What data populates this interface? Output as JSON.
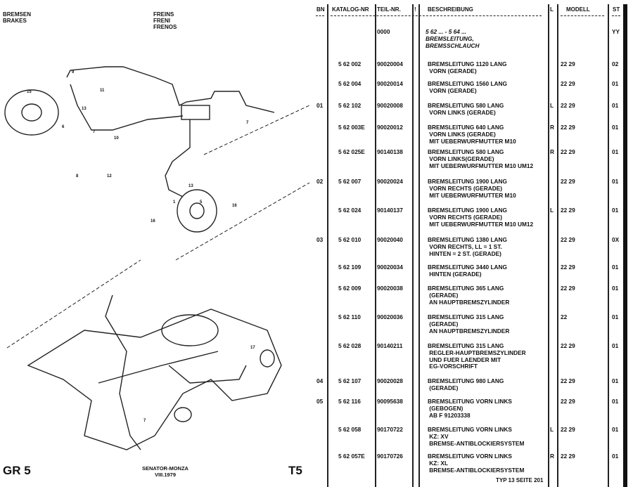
{
  "header_left": [
    "BREMSEN",
    "BRAKES"
  ],
  "header_mid": [
    "FREINS",
    "FRENI",
    "FRENOS"
  ],
  "diagram_callouts": [
    "9",
    "15",
    "13",
    "6",
    "7",
    "11",
    "10",
    "8",
    "12",
    "13",
    "1",
    "5",
    "16",
    "16",
    "7",
    "17",
    "7"
  ],
  "footer": {
    "group": "GR 5",
    "model": "SENATOR-MONZA",
    "date": "VIII.1979",
    "table": "T5",
    "page": "TYP 13 SEITE  201"
  },
  "columns": {
    "bn": "BN",
    "katalog": "KATALOG-NR",
    "teil": "TEIL-NR.",
    "excl": "!",
    "beschreibung": "BESCHREIBUNG",
    "l": "L",
    "modell": "MODELL",
    "st": "ST"
  },
  "rows": [
    {
      "bn": "",
      "katalog": "",
      "teil": "0000",
      "desc": [
        "5 62 ... - 5 64 ...",
        "BREMSLEITUNG,",
        "BREMSSCHLAUCH"
      ],
      "l": "",
      "modell": "",
      "st": "YY",
      "italic": true
    },
    {
      "bn": "",
      "katalog": "5 62 002",
      "teil": "90020004",
      "desc": [
        "BREMSLEITUNG 1120 LANG",
        " VORN (GERADE)"
      ],
      "l": "",
      "modell": "22 29",
      "st": "02"
    },
    {
      "bn": "",
      "katalog": "5 62 004",
      "teil": "90020014",
      "desc": [
        "BREMSLEITUNG 1560 LANG",
        " VORN (GERADE)"
      ],
      "l": "",
      "modell": "22 29",
      "st": "01"
    },
    {
      "bn": "01",
      "katalog": "5 62 102",
      "teil": "90020008",
      "desc": [
        "BREMSLEITUNG 580 LANG",
        " VORN LINKS (GERADE)"
      ],
      "l": "L",
      "modell": "22 29",
      "st": "01"
    },
    {
      "bn": "",
      "katalog": "5 62 003E",
      "teil": "90020012",
      "desc": [
        "BREMSLEITUNG 640 LANG",
        " VORN LINKS (GERADE)",
        " MIT UEBERWURFMUTTER M10"
      ],
      "l": "R",
      "modell": "22 29",
      "st": "01"
    },
    {
      "bn": "",
      "katalog": "5 62 025E",
      "teil": "90140138",
      "desc": [
        "BREMSLEITUNG 580 LANG",
        " VORN LINKS(GERADE)",
        " MIT UEBERWURFMUTTER M10 UM12"
      ],
      "l": "R",
      "modell": "22 29",
      "st": "01"
    },
    {
      "bn": "02",
      "katalog": "5 62 007",
      "teil": "90020024",
      "desc": [
        "BREMSLEITUNG 1900 LANG",
        " VORN RECHTS (GERADE)",
        " MIT UEBERWURFMUTTER M10"
      ],
      "l": "",
      "modell": "22 29",
      "st": "01"
    },
    {
      "bn": "",
      "katalog": "5 62 024",
      "teil": "90140137",
      "desc": [
        "BREMSLEITUNG 1900 LANG",
        " VORN RECHTS (GERADE)",
        " MIT UEBERWURFMUTTER M10 UM12"
      ],
      "l": "L",
      "modell": "22 29",
      "st": "01"
    },
    {
      "bn": "03",
      "katalog": "5 62 010",
      "teil": "90020040",
      "desc": [
        "BREMSLEITUNG 1380 LANG",
        " VORN RECHTS, LL = 1 ST.",
        " HINTEN = 2 ST. (GERADE)"
      ],
      "l": "",
      "modell": "22 29",
      "st": "0X"
    },
    {
      "bn": "",
      "katalog": "5 62 109",
      "teil": "90020034",
      "desc": [
        "BREMSLEITUNG 3440 LANG",
        " HINTEN (GERADE)"
      ],
      "l": "",
      "modell": "22 29",
      "st": "01"
    },
    {
      "bn": "",
      "katalog": "5 62 009",
      "teil": "90020038",
      "desc": [
        "BREMSLEITUNG 365 LANG",
        " (GERADE)",
        " AN HAUPTBREMSZYLINDER"
      ],
      "l": "",
      "modell": "22 29",
      "st": "01"
    },
    {
      "bn": "",
      "katalog": "5 62 110",
      "teil": "90020036",
      "desc": [
        "BREMSLEITUNG 315 LANG",
        " (GERADE)",
        " AN HAUPTBREMSZYLINDER"
      ],
      "l": "",
      "modell": "22",
      "st": "01"
    },
    {
      "bn": "",
      "katalog": "5 62 028",
      "teil": "90140211",
      "desc": [
        "BREMSLEITUNG 315 LANG",
        " REGLER-HAUPTBREMSZYLINDER",
        " UND FUER LAENDER MIT",
        " EG-VORSCHRIFT"
      ],
      "l": "",
      "modell": "22 29",
      "st": "01"
    },
    {
      "bn": "04",
      "katalog": "5 62 107",
      "teil": "90020028",
      "desc": [
        "BREMSLEITUNG 980 LANG",
        " (GERADE)"
      ],
      "l": "",
      "modell": "22 29",
      "st": "01"
    },
    {
      "bn": "05",
      "katalog": "5 62 116",
      "teil": "90095638",
      "desc": [
        "BREMSLEITUNG VORN LINKS",
        " (GEBOGEN)",
        " AB F 91203338"
      ],
      "l": "",
      "modell": "22 29",
      "st": "01"
    },
    {
      "bn": "",
      "katalog": "5 62 058",
      "teil": "90170722",
      "desc": [
        "BREMSLEITUNG VORN LINKS",
        " KZ: XV",
        " BREMSE-ANTIBLOCKIERSYSTEM"
      ],
      "l": "L",
      "modell": "22 29",
      "st": "01"
    },
    {
      "bn": "",
      "katalog": "5 62 057E",
      "teil": "90170726",
      "desc": [
        "BREMSLEITUNG VORN LINKS",
        " KZ: XL",
        " BREMSE-ANTIBLOCKIERSYSTEM"
      ],
      "l": "R",
      "modell": "22 29",
      "st": "01"
    }
  ]
}
